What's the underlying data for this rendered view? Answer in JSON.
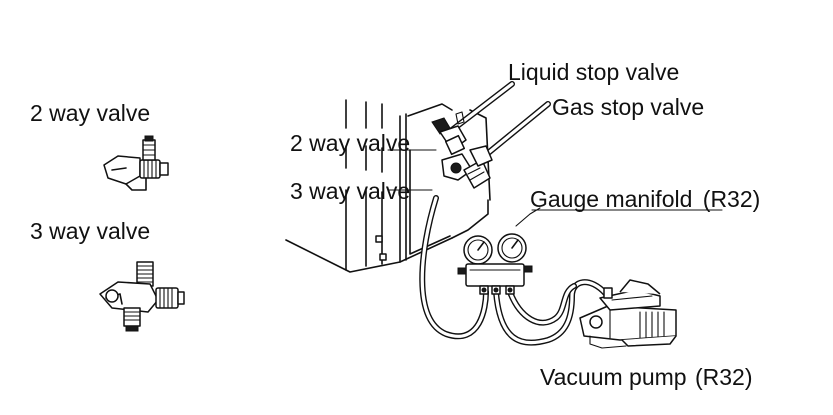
{
  "labels": {
    "two_way_valve_left": "2 way valve",
    "three_way_valve_left": "3 way valve",
    "two_way_valve_unit": "2 way valve",
    "three_way_valve_unit": "3 way valve",
    "liquid_stop_valve": "Liquid stop valve",
    "gas_stop_valve": "Gas stop valve",
    "gauge_manifold": "Gauge manifold",
    "gauge_manifold_refrigerant": "(R32)",
    "vacuum_pump": "Vacuum pump",
    "vacuum_pump_refrigerant": "(R32)"
  },
  "colors": {
    "line": "#111111",
    "background": "#ffffff"
  }
}
